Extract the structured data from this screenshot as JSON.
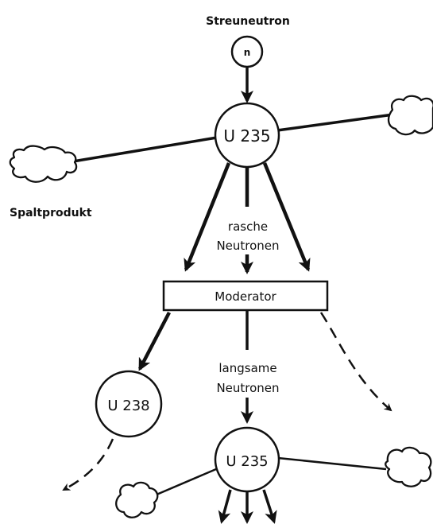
{
  "nodes": {
    "source_label": "Streuneutron",
    "source_neutron": "n",
    "u235_top": "U 235",
    "moderator": "Moderator",
    "u238": "U 238",
    "u235_bottom": "U 235"
  },
  "labels": {
    "fission_product": "Spaltprodukt",
    "fast_neutrons_line1": "rasche",
    "fast_neutrons_line2": "Neutronen",
    "slow_neutrons_line1": "langsame",
    "slow_neutrons_line2": "Neutronen"
  }
}
